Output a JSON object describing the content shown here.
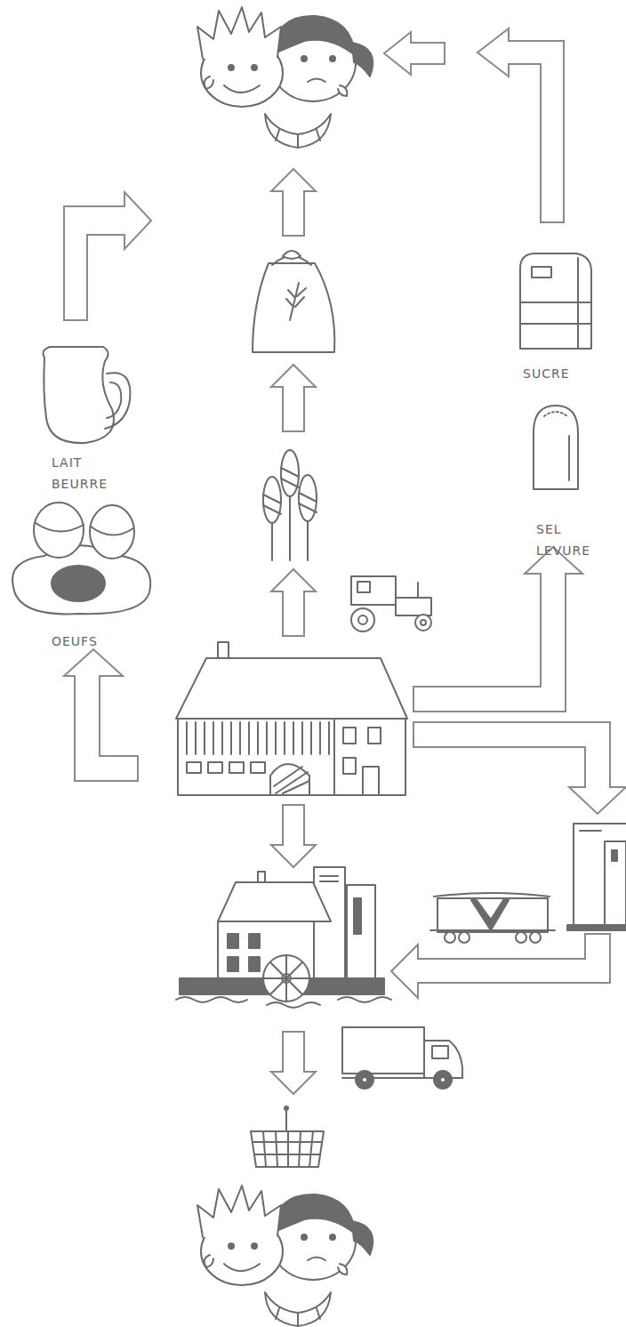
{
  "diagram": {
    "nodes": [
      {
        "text": [
          "SUCRE"
        ]
      },
      {
        "text": [
          "LAIT BEURRE"
        ]
      },
      {
        "text": [
          "SEL LEVURE"
        ]
      },
      {
        "text": [
          "OEUFS"
        ]
      }
    ]
  }
}
